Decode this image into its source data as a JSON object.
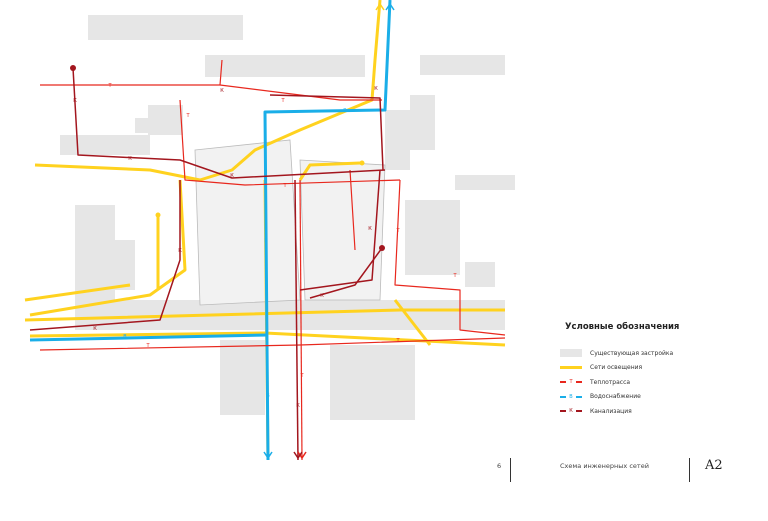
{
  "legend": {
    "title": "Условные обозначения",
    "items": [
      {
        "label": "Существующая застройка",
        "color": "#e6e6e6",
        "type": "fill"
      },
      {
        "label": "Сети освещения",
        "color": "#ffd21f",
        "type": "line"
      },
      {
        "label": "Теплотрасса",
        "color": "#e8281e",
        "type": "dash",
        "mark": "Т"
      },
      {
        "label": "Водоснабжение",
        "color": "#1aaee8",
        "type": "dash",
        "mark": "В"
      },
      {
        "label": "Канализация",
        "color": "#a3161e",
        "type": "dash",
        "mark": "К"
      }
    ]
  },
  "footer": {
    "page": "6",
    "title": "Схема инженерных сетей",
    "sheet": "A2"
  },
  "colors": {
    "building": "#e6e6e6",
    "lighting": "#ffd21f",
    "heat": "#e8281e",
    "water": "#1aaee8",
    "sewer": "#a3161e"
  }
}
